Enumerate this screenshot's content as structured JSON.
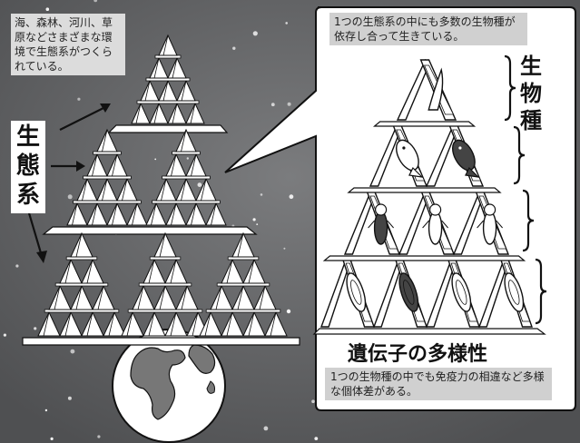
{
  "labels": {
    "environment_note": "海、森林、河川、草原などさまざまな環境で生態系がつくられている。",
    "ecosystem": "生態系",
    "species": "生物種",
    "species_note": "1つの生態系の中にも多数の生物種が依存し合って生きている。",
    "genetic_diversity": "遺伝子の多様性",
    "genetic_note": "1つの生物種の中でも免疫力の相違など多様な個体差がある。"
  },
  "icons": {
    "globe": "globe-icon",
    "fish": "fish-icon",
    "insect": "insect-icon",
    "microbe": "microbe-icon"
  }
}
